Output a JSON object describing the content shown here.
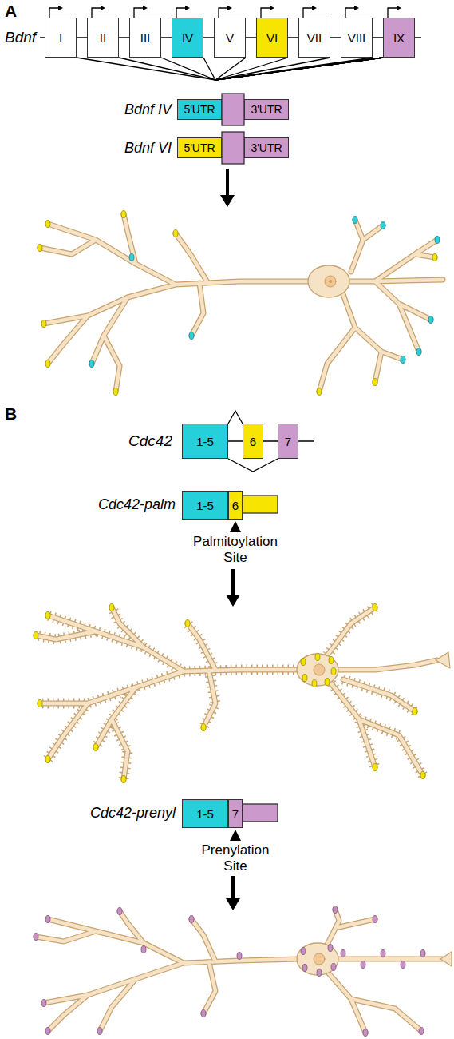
{
  "diagram": {
    "nodes": [
      {
        "text": [
          "I"
        ]
      },
      {
        "text": [
          "II"
        ]
      },
      {
        "text": [
          "III"
        ]
      },
      {
        "text": [
          "IV"
        ]
      },
      {
        "text": [
          "V"
        ]
      },
      {
        "text": [
          "VI"
        ]
      },
      {
        "text": [
          "VII"
        ]
      },
      {
        "text": [
          "VIII"
        ]
      },
      {
        "text": [
          "IX"
        ]
      },
      {
        "text": [
          "5'UTR"
        ]
      },
      {
        "text": [
          "3'UTR"
        ]
      },
      {
        "text": [
          "5'UTR"
        ]
      },
      {
        "text": [
          "3'UTR"
        ]
      },
      {
        "text": [
          "1-5"
        ]
      },
      {
        "text": [
          "6"
        ]
      },
      {
        "text": [
          "7"
        ]
      },
      {
        "text": [
          "1-5"
        ]
      },
      {
        "text": [
          "6"
        ]
      },
      {
        "text": [
          "1-5"
        ]
      },
      {
        "text": [
          "7"
        ]
      }
    ],
    "edges": [
      {
        "from": 0,
        "to": 8,
        "arrow": "none"
      },
      {
        "from": 1,
        "to": 8,
        "arrow": "none"
      },
      {
        "from": 2,
        "to": 8,
        "arrow": "none"
      },
      {
        "from": 3,
        "to": 8,
        "arrow": "none"
      },
      {
        "from": 4,
        "to": 8,
        "arrow": "none"
      },
      {
        "from": 5,
        "to": 8,
        "arrow": "none"
      },
      {
        "from": 6,
        "to": 8,
        "arrow": "none"
      },
      {
        "from": 7,
        "to": 8,
        "arrow": "none"
      },
      {
        "from": 13,
        "to": 14,
        "arrow": "none"
      },
      {
        "from": 13,
        "to": 15,
        "arrow": "none"
      }
    ],
    "labels": [
      "A",
      "Bdnf",
      "Bdnf IV",
      "Bdnf VI",
      "B",
      "Cdc42",
      "Cdc42-palm",
      "Palmitoylation Site",
      "Cdc42-prenyl",
      "Prenylation Site"
    ]
  }
}
